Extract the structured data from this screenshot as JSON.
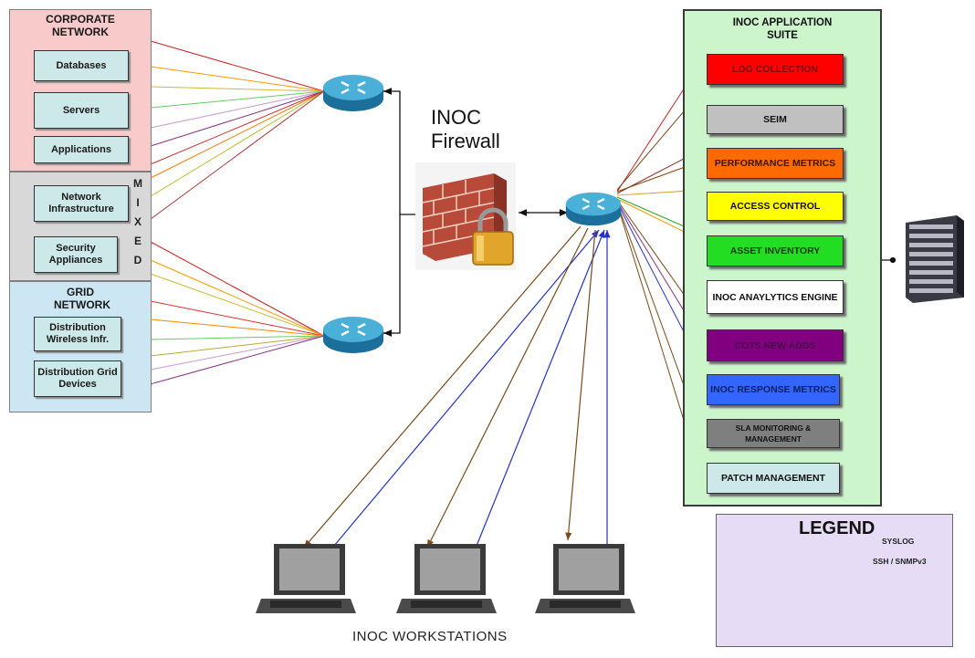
{
  "corporate_network": {
    "title": "CORPORATE NETWORK",
    "items": [
      "Databases",
      "Servers",
      "Applications"
    ]
  },
  "mixed_zone": {
    "items": [
      "Network Infrastructure",
      "Security Appliances"
    ],
    "vertical_label": [
      "M",
      "I",
      "X",
      "E",
      "D"
    ]
  },
  "grid_network": {
    "title": "GRID NETWORK",
    "items": [
      "Distribution Wireless Infr.",
      "Distribution Grid Devices"
    ]
  },
  "firewall": {
    "title": "INOC Firewall"
  },
  "app_suite": {
    "title": "INOC APPLICATION SUITE",
    "apps": [
      {
        "label": "LOG COLLECTION",
        "bg": "#ff0000",
        "fg": "#7a0000"
      },
      {
        "label": "SEIM",
        "bg": "#c0c0c0",
        "fg": "#111111"
      },
      {
        "label": "PERFORMANCE METRICS",
        "bg": "#ff6a00",
        "fg": "#3a1500"
      },
      {
        "label": "ACCESS CONTROL",
        "bg": "#ffff00",
        "fg": "#111111"
      },
      {
        "label": "ASSET INVENTORY",
        "bg": "#22dd22",
        "fg": "#0a3a0a"
      },
      {
        "label": "INOC ANAYLYTICS ENGINE",
        "bg": "#ffffff",
        "fg": "#111111"
      },
      {
        "label": "COTS NEW ADDS",
        "bg": "#800080",
        "fg": "#4a004a"
      },
      {
        "label": "INOC RESPONSE METRICS",
        "bg": "#3366ff",
        "fg": "#0a1f66"
      },
      {
        "label": "SLA MONITORING & MANAGEMENT",
        "bg": "#7f7f7f",
        "fg": "#111111"
      },
      {
        "label": "PATCH MANAGEMENT",
        "bg": "#cce8e8",
        "fg": "#111111"
      }
    ]
  },
  "workstations": {
    "label": "INOC WORKSTATIONS"
  },
  "legend": {
    "title": "LEGEND",
    "entries": [
      "SYSLOG",
      "SSH / SNMPv3"
    ],
    "colors": [
      "#dd2222",
      "#ff9900",
      "#ffdd44",
      "#22bb22",
      "#aa44aa",
      "#883388",
      "#2233cc",
      "#8b5a2b"
    ]
  },
  "colors": {
    "corporate_bg": "#f8caca",
    "mixed_bg": "#d8d8d8",
    "grid_bg": "#cce6f4",
    "suite_bg": "#ccf5cc",
    "legend_bg": "#e6dcf5"
  },
  "icons": [
    "router-icon",
    "firewall-wall-icon",
    "padlock-icon",
    "server-rack-icon",
    "laptop-icon"
  ]
}
